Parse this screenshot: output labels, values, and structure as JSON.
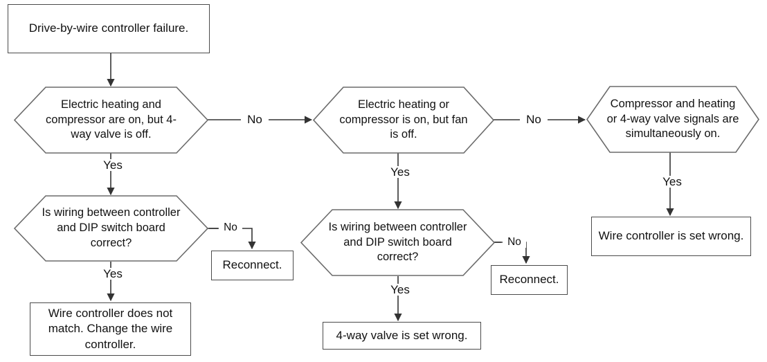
{
  "diagram": {
    "title": "Drive-by-wire controller failure troubleshooting flowchart",
    "type": "flowchart",
    "orientation": "top-down with three parallel branches",
    "colors": {
      "background": "#ffffff",
      "node_border": "#4a4a4a",
      "hexagon_border": "#6b6b6b",
      "connector": "#333333",
      "text": "#111111"
    }
  },
  "nodes": {
    "start": {
      "id": "start",
      "shape": "rectangle",
      "label": "Drive-by-wire controller  failure."
    },
    "decision_1": {
      "id": "decision_1",
      "shape": "hexagon",
      "label": "Electric heating and compressor are on, but 4-way valve is off."
    },
    "decision_1_wiring": {
      "id": "decision_1_wiring",
      "shape": "hexagon",
      "label": "Is wiring between controller and DIP switch board correct?"
    },
    "result_1_reconnect": {
      "id": "result_1_reconnect",
      "shape": "rectangle",
      "label": "Reconnect."
    },
    "result_1_yes": {
      "id": "result_1_yes",
      "shape": "rectangle",
      "label": "Wire controller does not match. Change the wire controller."
    },
    "decision_2": {
      "id": "decision_2",
      "shape": "hexagon",
      "label": "Electric heating or compressor is on, but fan is off."
    },
    "decision_2_wiring": {
      "id": "decision_2_wiring",
      "shape": "hexagon",
      "label": "Is wiring between controller and DIP switch board correct?"
    },
    "result_2_reconnect": {
      "id": "result_2_reconnect",
      "shape": "rectangle",
      "label": "Reconnect."
    },
    "result_2_yes": {
      "id": "result_2_yes",
      "shape": "rectangle",
      "label": "4-way valve is set wrong."
    },
    "decision_3": {
      "id": "decision_3",
      "shape": "hexagon",
      "label": "Compressor and heating or 4-way valve signals are simultaneously on."
    },
    "result_3_yes": {
      "id": "result_3_yes",
      "shape": "rectangle",
      "label": "Wire controller is set wrong."
    }
  },
  "edges": [
    {
      "id": "e-start-d1",
      "from": "start",
      "to": "decision_1",
      "label": ""
    },
    {
      "id": "e-d1-yes",
      "from": "decision_1",
      "to": "decision_1_wiring",
      "label": "Yes"
    },
    {
      "id": "e-d1-no",
      "from": "decision_1",
      "to": "decision_2",
      "label": "No"
    },
    {
      "id": "e-d1w-yes",
      "from": "decision_1_wiring",
      "to": "result_1_yes",
      "label": "Yes"
    },
    {
      "id": "e-d1w-no",
      "from": "decision_1_wiring",
      "to": "result_1_reconnect",
      "label": "No"
    },
    {
      "id": "e-d2-yes",
      "from": "decision_2",
      "to": "decision_2_wiring",
      "label": "Yes"
    },
    {
      "id": "e-d2-no",
      "from": "decision_2",
      "to": "decision_3",
      "label": "No"
    },
    {
      "id": "e-d2w-yes",
      "from": "decision_2_wiring",
      "to": "result_2_yes",
      "label": "Yes"
    },
    {
      "id": "e-d2w-no",
      "from": "decision_2_wiring",
      "to": "result_2_reconnect",
      "label": "No"
    },
    {
      "id": "e-d3-yes",
      "from": "decision_3",
      "to": "result_3_yes",
      "label": "Yes"
    }
  ]
}
